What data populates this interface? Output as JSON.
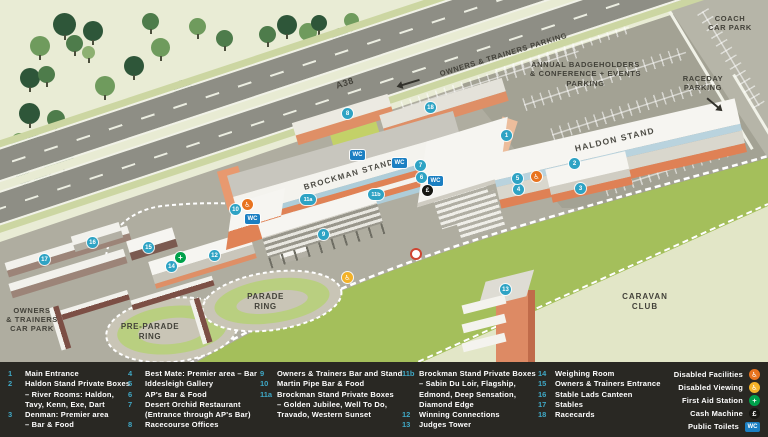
{
  "map": {
    "labels": {
      "a38": "A38",
      "owners_parking": "OWNERS & TRAINERS PARKING",
      "annual1": "ANNUAL BADGEHOLDERS",
      "annual2": "& CONFERENCE + EVENTS",
      "annual3": "PARKING",
      "coach1": "COACH",
      "coach2": "CAR PARK",
      "raceday1": "RACEDAY",
      "raceday2": "PARKING",
      "ocp1": "OWNERS",
      "ocp2": "& TRAINERS",
      "ocp3": "CAR PARK",
      "ppr1": "PRE-PARADE",
      "ppr2": "RING",
      "pr1": "PARADE",
      "pr2": "RING",
      "cc1": "CARAVAN",
      "cc2": "CLUB",
      "brockman": "BROCKMAN STAND",
      "haldon": "HALDON STAND"
    },
    "markers": {
      "m1": "1",
      "m2": "2",
      "m3": "3",
      "m4": "4",
      "m5": "5",
      "m6": "6",
      "m7": "7",
      "m8": "8",
      "m9": "9",
      "m10": "10",
      "m11a": "11a",
      "m11b": "11b",
      "m12": "12",
      "m13": "13",
      "m14": "14",
      "m15": "15",
      "m16": "16",
      "m17": "17",
      "m18": "18"
    },
    "badges": {
      "wc": "WC",
      "cash": "£",
      "disabled": "♿",
      "first_aid": "+"
    }
  },
  "legend": {
    "columns": [
      {
        "items": [
          {
            "num": "1",
            "lines": [
              "Main Entrance"
            ]
          },
          {
            "num": "2",
            "lines": [
              "Haldon Stand Private Boxes",
              "– River Rooms: Haldon,",
              "Tavy, Kenn, Exe, Dart"
            ]
          },
          {
            "num": "3",
            "lines": [
              "Denman: Premier area",
              "– Bar & Food"
            ]
          }
        ]
      },
      {
        "items": [
          {
            "num": "4",
            "lines": [
              "Best Mate: Premier area – Bar"
            ]
          },
          {
            "num": "5",
            "lines": [
              "Iddesleigh Gallery"
            ]
          },
          {
            "num": "6",
            "lines": [
              "AP's Bar & Food"
            ]
          },
          {
            "num": "7",
            "lines": [
              "Desert Orchid Restaurant",
              "(Entrance through AP's Bar)"
            ]
          },
          {
            "num": "8",
            "lines": [
              "Racecourse Offices"
            ]
          }
        ]
      },
      {
        "items": [
          {
            "num": "9",
            "lines": [
              "Owners & Trainers Bar and Stand"
            ]
          },
          {
            "num": "10",
            "lines": [
              "Martin Pipe Bar & Food"
            ]
          },
          {
            "num": "11a",
            "lines": [
              "Brockman Stand Private Boxes",
              "– Golden Jubilee, Well To Do,",
              "Travado, Western Sunset"
            ]
          }
        ]
      },
      {
        "items": [
          {
            "num": "11b",
            "lines": [
              "Brockman Stand Private Boxes",
              "– Sabin Du Loir, Flagship,",
              "Edmond, Deep Sensation,",
              "Diamond Edge"
            ]
          },
          {
            "num": "12",
            "lines": [
              "Winning Connections"
            ]
          },
          {
            "num": "13",
            "lines": [
              "Judges Tower"
            ]
          }
        ]
      },
      {
        "items": [
          {
            "num": "14",
            "lines": [
              "Weighing Room"
            ]
          },
          {
            "num": "15",
            "lines": [
              "Owners & Trainers Entrance"
            ]
          },
          {
            "num": "16",
            "lines": [
              "Stable Lads Canteen"
            ]
          },
          {
            "num": "17",
            "lines": [
              "Stables"
            ]
          },
          {
            "num": "18",
            "lines": [
              "Racecards"
            ]
          }
        ]
      }
    ],
    "facilities": [
      {
        "label": "Disabled Facilities",
        "icon": "disabled-facilities-icon",
        "glyph": "♿",
        "color": "#e8731f",
        "shape": "circle"
      },
      {
        "label": "Disabled Viewing",
        "icon": "disabled-viewing-icon",
        "glyph": "♿",
        "color": "#f3b229",
        "shape": "circle"
      },
      {
        "label": "First Aid Station",
        "icon": "first-aid-icon",
        "glyph": "+",
        "color": "#00a14b",
        "shape": "circle"
      },
      {
        "label": "Cash Machine",
        "icon": "cash-machine-icon",
        "glyph": "£",
        "color": "#171713",
        "shape": "circle"
      },
      {
        "label": "Public Toilets",
        "icon": "public-toilets-icon",
        "glyph": "WC",
        "color": "#1b7fc2",
        "shape": "rect"
      }
    ]
  },
  "colors": {
    "background": "#e9ecd5",
    "grounds": "#afada0",
    "parking_dark": "#a3a294",
    "coach_park": "#b6b5a8",
    "road": "#8e8e85",
    "track_green": "#a4bf5b",
    "caravan_green": "#e2e6c7",
    "legend_bg": "#292823",
    "marker_teal": "#2ea3c4",
    "wc_blue": "#1b7fc2",
    "orange": "#e8731f",
    "yellow": "#f3b229",
    "green": "#00a14b",
    "building_orange": "#e08255",
    "stripe_blue": "#aecdd9"
  }
}
